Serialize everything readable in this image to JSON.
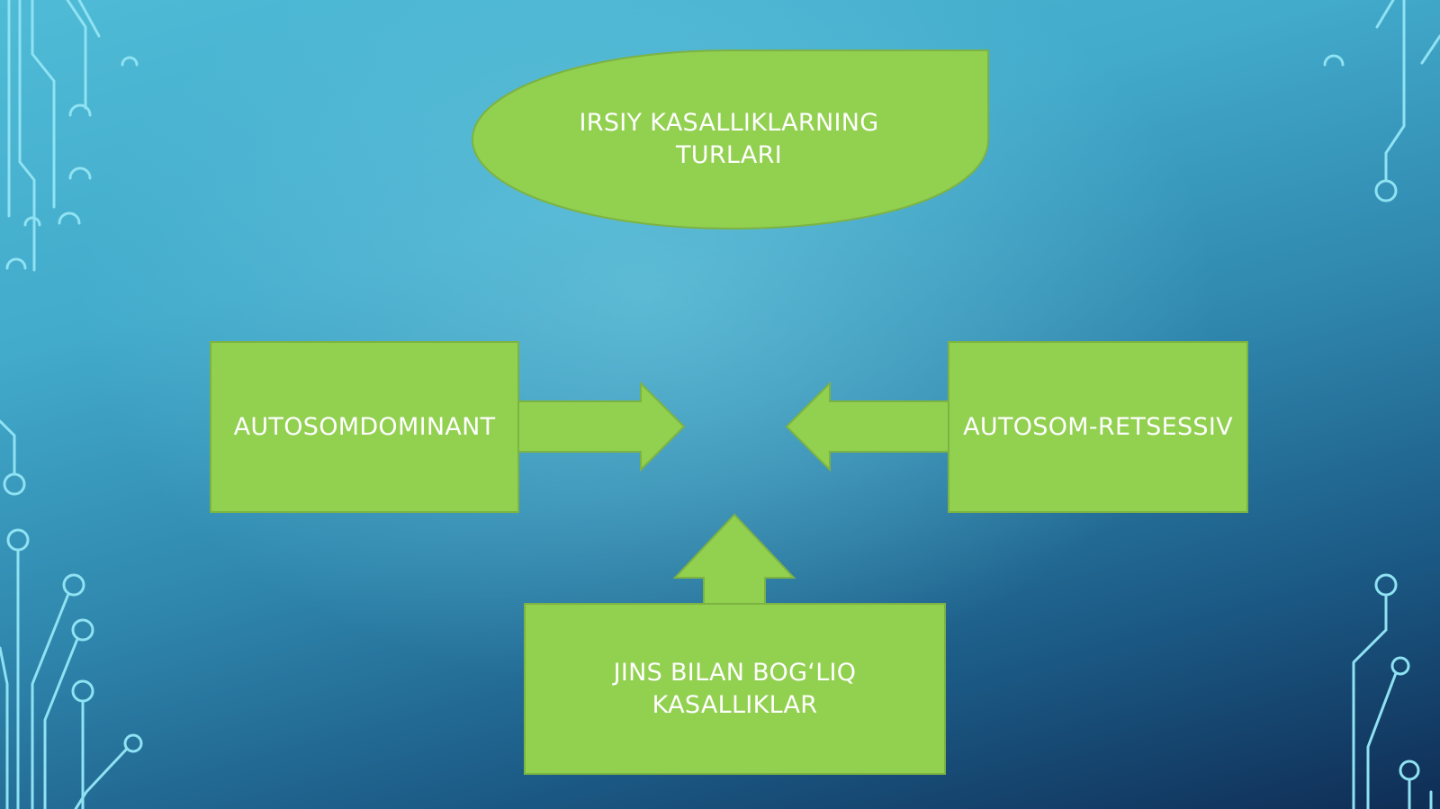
{
  "colors": {
    "shape_fill": "#92d050",
    "shape_stroke": "#7cb342",
    "text": "#ffffff",
    "circuit_line": "#8fe2f2"
  },
  "diagram": {
    "title_shape": {
      "line1": "IRSIY KASALLIKLARNING",
      "line2": "TURLARI"
    },
    "left_box": {
      "label": "AUTOSOMDOMINANT"
    },
    "right_box": {
      "label": "AUTOSOM-RETSESSIV"
    },
    "bottom_box": {
      "line1": "JINS BILAN BOG‘LIQ",
      "line2": "KASALLIKLAR"
    }
  }
}
